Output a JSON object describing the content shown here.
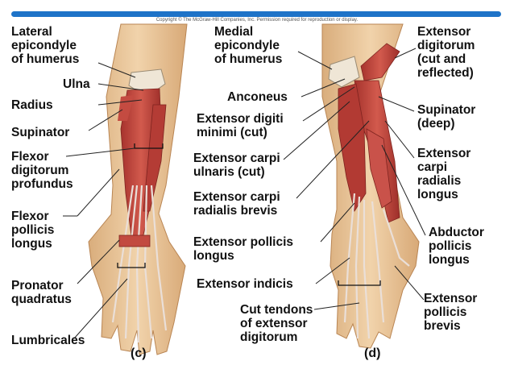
{
  "copyright": "Copyright © The McGraw-Hill Companies, Inc. Permission required for reproduction or display.",
  "panels": {
    "c": "(c)",
    "d": "(d)"
  },
  "labels_c": {
    "lateral_epicondyle": "Lateral\nepicondyle\nof humerus",
    "ulna": "Ulna",
    "radius": "Radius",
    "supinator": "Supinator",
    "flexor_digitorum_profundus": "Flexor\ndigitorum\nprofundus",
    "flexor_pollicis_longus": "Flexor\npollicis\nlongus",
    "pronator_quadratus": "Pronator\nquadratus",
    "lumbricales": "Lumbricales"
  },
  "labels_d": {
    "medial_epicondyle": "Medial\nepicondyle\nof humerus",
    "anconeus": "Anconeus",
    "extensor_digiti_minimi": "Extensor digiti\nminimi (cut)",
    "extensor_carpi_ulnaris": "Extensor carpi\nulnaris (cut)",
    "extensor_carpi_radialis_brevis": "Extensor carpi\nradialis brevis",
    "extensor_pollicis_longus": "Extensor pollicis\nlongus",
    "extensor_indicis": "Extensor indicis",
    "cut_tendons": "Cut tendons\nof extensor\ndigitorum",
    "extensor_digitorum": "Extensor\ndigitorum\n(cut and\nreflected)",
    "supinator_deep": "Supinator\n(deep)",
    "extensor_carpi_radialis_longus": "Extensor\ncarpi\nradialis\nlongus",
    "abductor_pollicis_longus": "Abductor\npollicis\nlongus",
    "extensor_pollicis_brevis": "Extensor\npollicis\nbrevis"
  },
  "colors": {
    "skin": "#e9c9a0",
    "muscle": "#c0453d",
    "tendon": "#eadfd8",
    "bone": "#efe6d6",
    "accent": "#1e73c8"
  }
}
